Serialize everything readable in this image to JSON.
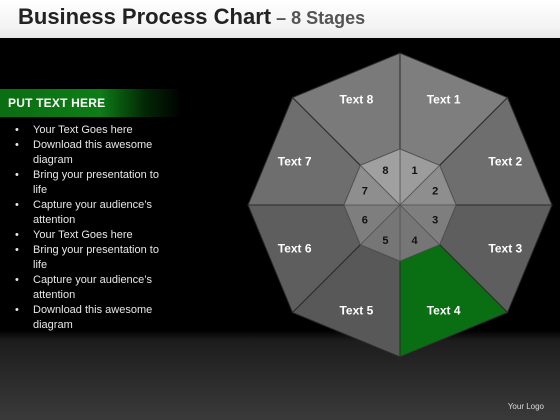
{
  "header": {
    "title": "Business Process Chart",
    "subtitle": " – 8 Stages"
  },
  "sidebar": {
    "heading": "PUT TEXT HERE",
    "bullets": [
      "Your Text Goes here",
      "Download this awesome diagram",
      "Bring your presentation to life",
      "Capture your audience’s attention",
      "Your Text Goes here",
      "Bring your presentation to life",
      "Capture your audience’s attention",
      "Download this awesome diagram"
    ]
  },
  "diagram": {
    "stages": [
      {
        "label": "Text 1",
        "number": "1"
      },
      {
        "label": "Text 2",
        "number": "2"
      },
      {
        "label": "Text 3",
        "number": "3"
      },
      {
        "label": "Text 4",
        "number": "4"
      },
      {
        "label": "Text 5",
        "number": "5"
      },
      {
        "label": "Text 6",
        "number": "6"
      },
      {
        "label": "Text 7",
        "number": "7"
      },
      {
        "label": "Text 8",
        "number": "8"
      }
    ],
    "highlighted_stage": "4",
    "highlight_color": "#0a6e12"
  },
  "footer": {
    "brand": "Your Logo"
  }
}
